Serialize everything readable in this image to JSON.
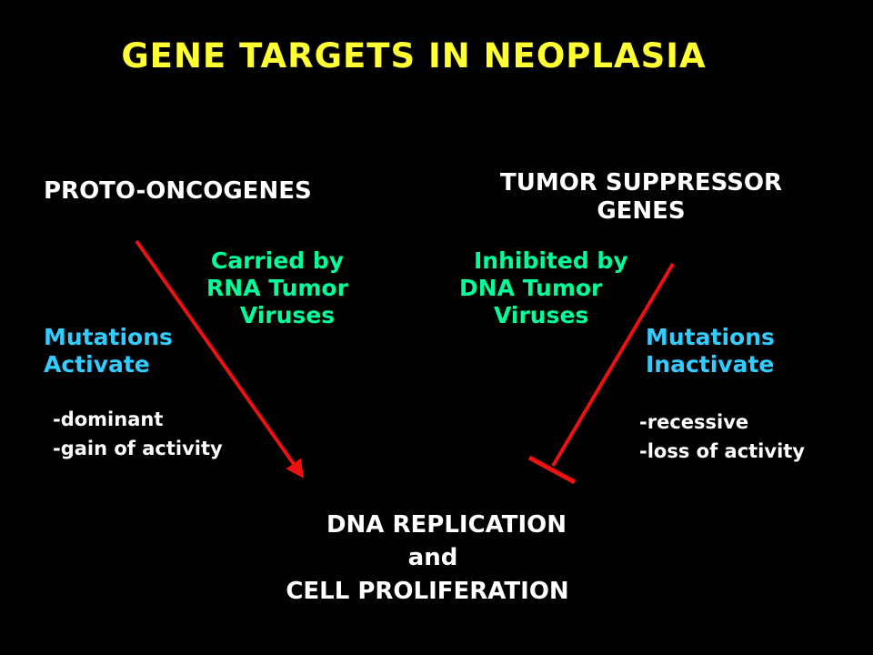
{
  "title": "GENE  TARGETS  IN  NEOPLASIA",
  "left": {
    "heading": "PROTO-ONCOGENES",
    "carried": [
      "Carried by",
      "RNA Tumor",
      "Viruses"
    ],
    "mutations": [
      "Mutations",
      "Activate"
    ],
    "traits": [
      "-dominant",
      "-gain of activity"
    ]
  },
  "right": {
    "heading": [
      "TUMOR SUPPRESSOR",
      "GENES"
    ],
    "inhibited": [
      "Inhibited by",
      "DNA Tumor",
      "Viruses"
    ],
    "mutations": [
      "Mutations",
      "Inactivate"
    ],
    "traits": [
      "-recessive",
      "-loss of activity"
    ]
  },
  "bottom": [
    "DNA  REPLICATION",
    "and",
    "CELL PROLIFERATION"
  ],
  "colors": {
    "background": "#000000",
    "title": "#ffff33",
    "green_text": "#00ff99",
    "cyan_text": "#33ccff",
    "arrow": "#ee1111"
  },
  "connectors": [
    "arrow",
    "inhibition-bar"
  ]
}
